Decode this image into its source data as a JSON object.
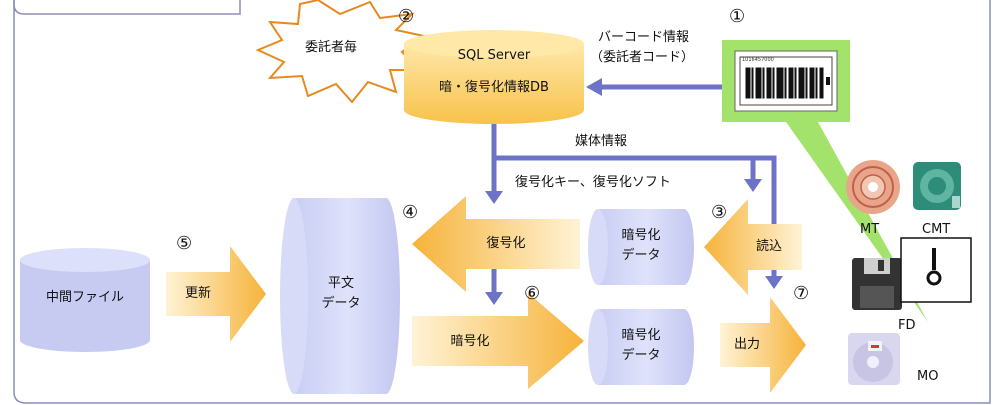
{
  "steps": {
    "s1": "①",
    "s2": "②",
    "s3": "③",
    "s4": "④",
    "s5": "⑤",
    "s6": "⑥",
    "s7": "⑦"
  },
  "burst_label": "委託者毎",
  "db": {
    "line1": "SQL Server",
    "line2": "暗・復号化情報DB"
  },
  "barcode_info": {
    "line1": "バーコード情報",
    "line2": "（委託者コード）"
  },
  "media_info": "媒体情報",
  "decrypt_key_soft": "復号化キー、復号化ソフト",
  "intermediate_file": "中間ファイル",
  "arrows": {
    "update": "更新",
    "decrypt": "復号化",
    "encrypt": "暗号化",
    "read": "読込",
    "output": "出力"
  },
  "plain_data": {
    "line1": "平文",
    "line2": "データ"
  },
  "encrypted_data_top": {
    "line1": "暗号化",
    "line2": "データ"
  },
  "encrypted_data_bottom": {
    "line1": "暗号化",
    "line2": "データ"
  },
  "media": {
    "mt": "MT",
    "cmt": "CMT",
    "fd": "FD",
    "mo": "MO"
  },
  "barcode_tiny_text": "1016457000"
}
